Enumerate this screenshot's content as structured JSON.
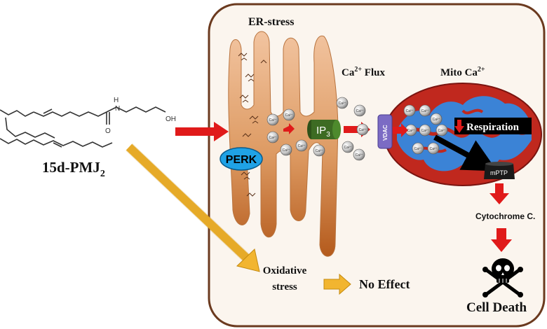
{
  "labels": {
    "compound": "15d-PMJ",
    "compound_sub": "2",
    "er_stress": "ER-stress",
    "ca_flux": "Ca",
    "ca_flux_sup": "2+",
    "ca_flux_rest": " Flux",
    "mito_ca": "Mito Ca",
    "mito_ca_sup": "2+",
    "perk": "PERK",
    "ip3": "IP",
    "ip3_sub": "3",
    "vdac": "VDAC",
    "respiration": "Respiration",
    "mptp": "mPTP",
    "cytochrome": "Cytochrome C.",
    "oxidative_line1": "Oxidative",
    "oxidative_line2": "stress",
    "no_effect": "No Effect",
    "cell_death": "Cell Death",
    "ion_label": "Ca²⁺",
    "oh": "OH",
    "h": "H",
    "n": "N",
    "o": "O"
  },
  "colors": {
    "cell_border": "#6b3a1f",
    "cell_fill": "#fbf5ee",
    "er_fill": "#e8a878",
    "er_dark": "#c06a2c",
    "perk_fill": "#1fa2e6",
    "ip3_fill": "#3d6b23",
    "vdac_fill": "#7b6bc4",
    "mito_outer": "#c0281e",
    "mito_inner": "#3b83d6",
    "red_arrow": "#e01a1a",
    "yellow_arrow": "#f2b530",
    "respiration_box": "#000000"
  },
  "icons": {
    "death": "skull-crossbones-icon"
  }
}
